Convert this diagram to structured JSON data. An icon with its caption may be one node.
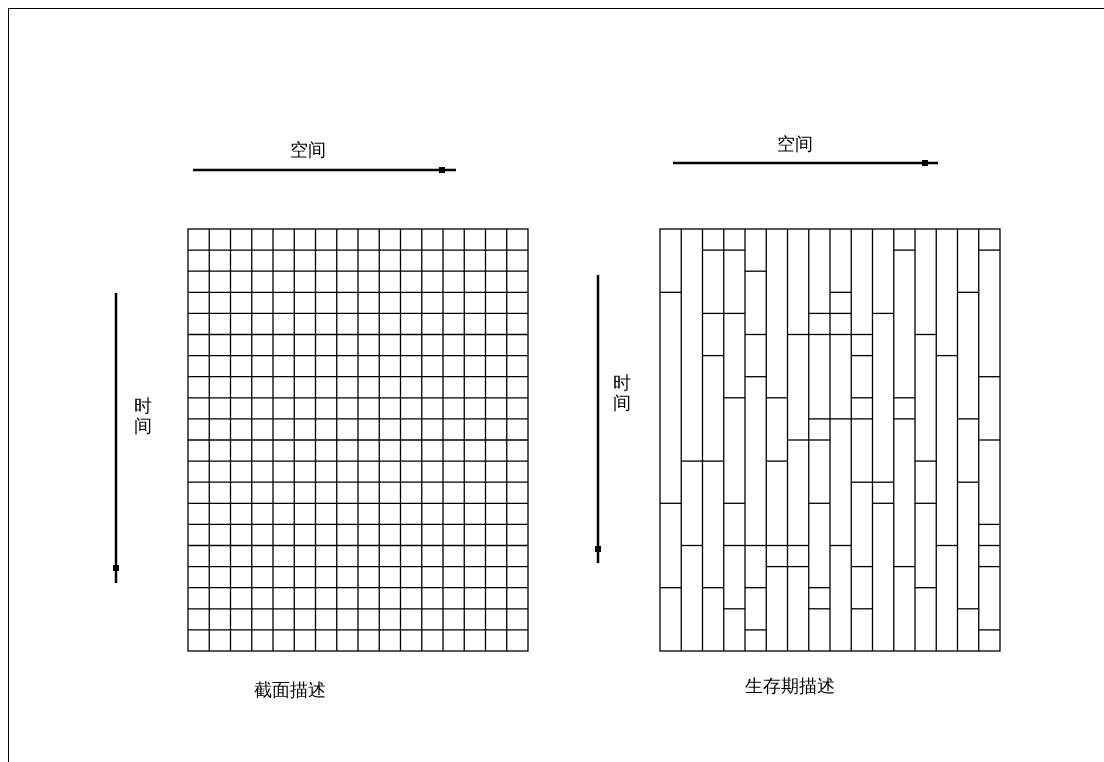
{
  "diagram": {
    "labels": [
      "空间",
      "空间",
      "时间",
      "时间",
      "截面描述",
      "生存期描述"
    ]
  }
}
